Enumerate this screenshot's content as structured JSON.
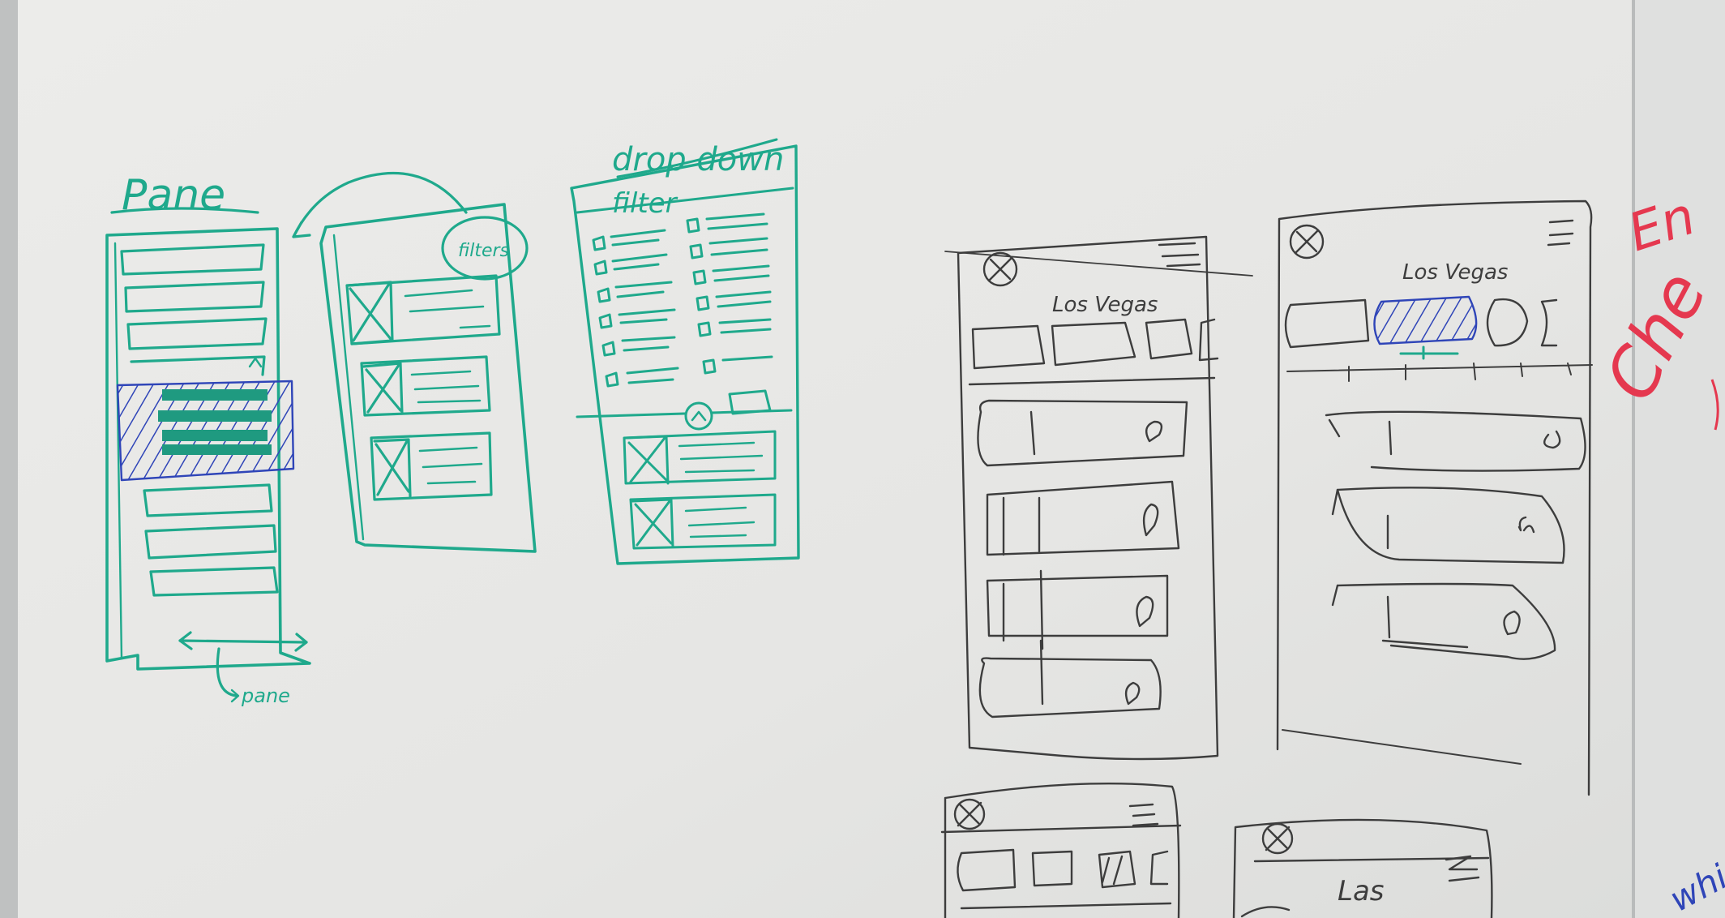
{
  "colors": {
    "board": "#e7e7e5",
    "board_shadow": "#d2d3d2",
    "wall": "#c7c9c9",
    "teal_marker": "#1fa98c",
    "blue_marker": "#2f45b8",
    "black_marker": "#3a3a3a",
    "red_marker": "#e5384f"
  },
  "sketches": {
    "pane": {
      "title": "Pane",
      "note": "pane"
    },
    "filters": {
      "badge": "filters"
    },
    "dropdown": {
      "title": "drop down",
      "subtitle": "filter"
    },
    "phone_a": {
      "city": "Los Vegas"
    },
    "phone_b": {
      "city": "Los Vegas"
    },
    "phone_d": {
      "city": "Las"
    }
  },
  "edge_notes": {
    "red_top": "En",
    "red_mid": "Che",
    "blue_bottom": "whi"
  },
  "icons": [
    "close-x-icon",
    "hamburger-menu-icon",
    "image-placeholder-icon",
    "map-pin-icon",
    "chevron-up-icon",
    "double-arrow-icon",
    "checkbox-icon"
  ]
}
